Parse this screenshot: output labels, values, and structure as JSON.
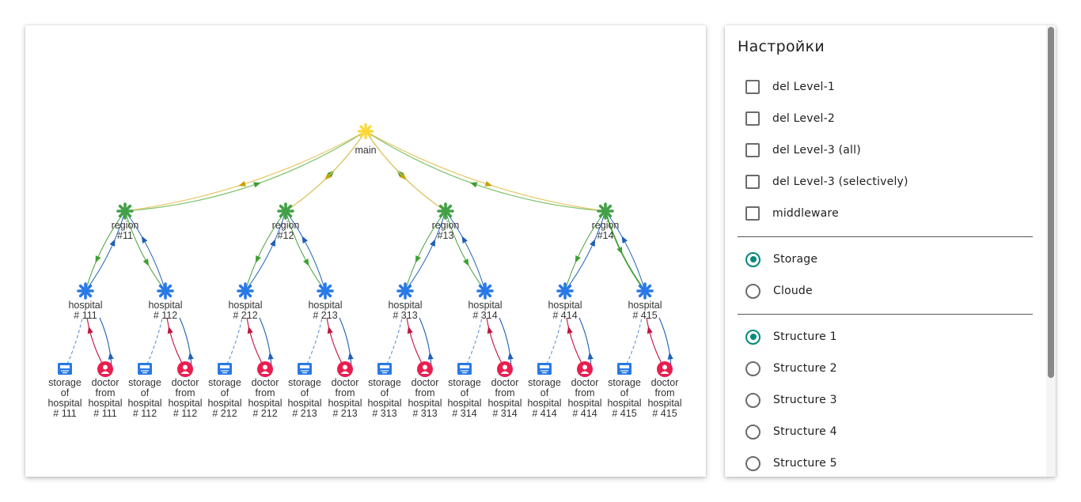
{
  "graph": {
    "nodes": [
      {
        "id": "main",
        "label": [
          "main"
        ],
        "kind": "root"
      },
      {
        "id": "r11",
        "label": [
          "region",
          "#11"
        ],
        "kind": "region"
      },
      {
        "id": "r12",
        "label": [
          "region",
          "#12"
        ],
        "kind": "region"
      },
      {
        "id": "r13",
        "label": [
          "region",
          "#13"
        ],
        "kind": "region"
      },
      {
        "id": "r14",
        "label": [
          "region",
          "#14"
        ],
        "kind": "region"
      },
      {
        "id": "h111",
        "label": [
          "hospital",
          "# 111"
        ],
        "kind": "hospital"
      },
      {
        "id": "h112",
        "label": [
          "hospital",
          "# 112"
        ],
        "kind": "hospital"
      },
      {
        "id": "h212",
        "label": [
          "hospital",
          "# 212"
        ],
        "kind": "hospital"
      },
      {
        "id": "h213",
        "label": [
          "hospital",
          "# 213"
        ],
        "kind": "hospital"
      },
      {
        "id": "h313",
        "label": [
          "hospital",
          "# 313"
        ],
        "kind": "hospital"
      },
      {
        "id": "h314",
        "label": [
          "hospital",
          "# 314"
        ],
        "kind": "hospital"
      },
      {
        "id": "h414",
        "label": [
          "hospital",
          "# 414"
        ],
        "kind": "hospital"
      },
      {
        "id": "h415",
        "label": [
          "hospital",
          "# 415"
        ],
        "kind": "hospital"
      },
      {
        "id": "s111",
        "label": [
          "storage",
          "of",
          "hospital",
          "# 111"
        ],
        "kind": "storage"
      },
      {
        "id": "d111",
        "label": [
          "doctor",
          "from",
          "hospital",
          "# 111"
        ],
        "kind": "doctor"
      },
      {
        "id": "s112",
        "label": [
          "storage",
          "of",
          "hospital",
          "# 112"
        ],
        "kind": "storage"
      },
      {
        "id": "d112",
        "label": [
          "doctor",
          "from",
          "hospital",
          "# 112"
        ],
        "kind": "doctor"
      },
      {
        "id": "s212",
        "label": [
          "storage",
          "of",
          "hospital",
          "# 212"
        ],
        "kind": "storage"
      },
      {
        "id": "d212",
        "label": [
          "doctor",
          "from",
          "hospital",
          "# 212"
        ],
        "kind": "doctor"
      },
      {
        "id": "s213",
        "label": [
          "storage",
          "of",
          "hospital",
          "# 213"
        ],
        "kind": "storage"
      },
      {
        "id": "d213",
        "label": [
          "doctor",
          "from",
          "hospital",
          "# 213"
        ],
        "kind": "doctor"
      },
      {
        "id": "s313",
        "label": [
          "storage",
          "of",
          "hospital",
          "# 313"
        ],
        "kind": "storage"
      },
      {
        "id": "d313",
        "label": [
          "doctor",
          "from",
          "hospital",
          "# 313"
        ],
        "kind": "doctor"
      },
      {
        "id": "s314",
        "label": [
          "storage",
          "of",
          "hospital",
          "# 314"
        ],
        "kind": "storage"
      },
      {
        "id": "d314",
        "label": [
          "doctor",
          "from",
          "hospital",
          "# 314"
        ],
        "kind": "doctor"
      },
      {
        "id": "s414",
        "label": [
          "storage",
          "of",
          "hospital",
          "# 414"
        ],
        "kind": "storage"
      },
      {
        "id": "d414",
        "label": [
          "doctor",
          "from",
          "hospital",
          "# 414"
        ],
        "kind": "doctor"
      },
      {
        "id": "s415",
        "label": [
          "storage",
          "of",
          "hospital",
          "# 415"
        ],
        "kind": "storage"
      },
      {
        "id": "d415",
        "label": [
          "doctor",
          "from",
          "hospital",
          "# 415"
        ],
        "kind": "doctor"
      }
    ],
    "edges": [
      {
        "from": "r11",
        "to": "main",
        "kind": "up"
      },
      {
        "from": "main",
        "to": "r11",
        "kind": "down"
      },
      {
        "from": "r12",
        "to": "main",
        "kind": "up"
      },
      {
        "from": "main",
        "to": "r12",
        "kind": "down"
      },
      {
        "from": "r13",
        "to": "main",
        "kind": "up"
      },
      {
        "from": "main",
        "to": "r13",
        "kind": "down"
      },
      {
        "from": "r14",
        "to": "main",
        "kind": "up"
      },
      {
        "from": "main",
        "to": "r14",
        "kind": "down"
      },
      {
        "from": "h111",
        "to": "r11",
        "kind": "hosp-up"
      },
      {
        "from": "r11",
        "to": "h111",
        "kind": "hosp-down"
      },
      {
        "from": "h112",
        "to": "r11",
        "kind": "hosp-up"
      },
      {
        "from": "r11",
        "to": "h112",
        "kind": "hosp-down"
      },
      {
        "from": "h212",
        "to": "r12",
        "kind": "hosp-up"
      },
      {
        "from": "r12",
        "to": "h212",
        "kind": "hosp-down"
      },
      {
        "from": "h213",
        "to": "r12",
        "kind": "hosp-up"
      },
      {
        "from": "r12",
        "to": "h213",
        "kind": "hosp-down"
      },
      {
        "from": "h313",
        "to": "r13",
        "kind": "hosp-up"
      },
      {
        "from": "r13",
        "to": "h313",
        "kind": "hosp-down"
      },
      {
        "from": "h314",
        "to": "r13",
        "kind": "hosp-up"
      },
      {
        "from": "r13",
        "to": "h314",
        "kind": "hosp-down"
      },
      {
        "from": "h414",
        "to": "r14",
        "kind": "hosp-up"
      },
      {
        "from": "r14",
        "to": "h414",
        "kind": "hosp-down"
      },
      {
        "from": "h415",
        "to": "r14",
        "kind": "hosp-up"
      },
      {
        "from": "r14",
        "to": "h415",
        "kind": "hosp-down-bold"
      },
      {
        "from": "s111",
        "to": "h111",
        "kind": "storage"
      },
      {
        "from": "d111",
        "to": "h111",
        "kind": "doc-up"
      },
      {
        "from": "h111",
        "to": "d111",
        "kind": "doc-down"
      },
      {
        "from": "s112",
        "to": "h112",
        "kind": "storage"
      },
      {
        "from": "d112",
        "to": "h112",
        "kind": "doc-up"
      },
      {
        "from": "h112",
        "to": "d112",
        "kind": "doc-down"
      },
      {
        "from": "s212",
        "to": "h212",
        "kind": "storage"
      },
      {
        "from": "d212",
        "to": "h212",
        "kind": "doc-up"
      },
      {
        "from": "h212",
        "to": "d212",
        "kind": "doc-down"
      },
      {
        "from": "s213",
        "to": "h213",
        "kind": "storage"
      },
      {
        "from": "d213",
        "to": "h213",
        "kind": "doc-up"
      },
      {
        "from": "h213",
        "to": "d213",
        "kind": "doc-down"
      },
      {
        "from": "s313",
        "to": "h313",
        "kind": "storage"
      },
      {
        "from": "d313",
        "to": "h313",
        "kind": "doc-up"
      },
      {
        "from": "h313",
        "to": "d313",
        "kind": "doc-down"
      },
      {
        "from": "s314",
        "to": "h314",
        "kind": "storage"
      },
      {
        "from": "d314",
        "to": "h314",
        "kind": "doc-up"
      },
      {
        "from": "h314",
        "to": "d314",
        "kind": "doc-down"
      },
      {
        "from": "s414",
        "to": "h414",
        "kind": "storage"
      },
      {
        "from": "d414",
        "to": "h414",
        "kind": "doc-up"
      },
      {
        "from": "h414",
        "to": "d414",
        "kind": "doc-down"
      },
      {
        "from": "s415",
        "to": "h415",
        "kind": "storage"
      },
      {
        "from": "d415",
        "to": "h415",
        "kind": "doc-up"
      },
      {
        "from": "h415",
        "to": "d415",
        "kind": "doc-down"
      }
    ],
    "colors": {
      "root": "#fdd835",
      "region": "#43a047",
      "hospital": "#2979e6",
      "storage": "#2979e6",
      "doctor": "#e91e4f",
      "edge_up_green": "#7cc26a",
      "edge_down_yellow": "#e8c766",
      "arrow_green": "#3f9f33",
      "arrow_yellow": "#c9a100",
      "edge_blue": "#1f5fb8",
      "edge_red": "#c2143f",
      "edge_storage": "#4a86d8"
    }
  },
  "settings": {
    "title": "Настройки",
    "checkboxes": [
      {
        "label": "del Level-1",
        "checked": false
      },
      {
        "label": "del Level-2",
        "checked": false
      },
      {
        "label": "del Level-3 (all)",
        "checked": false
      },
      {
        "label": "del Level-3 (selectively)",
        "checked": false
      },
      {
        "label": "middleware",
        "checked": false
      }
    ],
    "source_options": [
      {
        "label": "Storage",
        "selected": true
      },
      {
        "label": "Cloude",
        "selected": false
      }
    ],
    "structure_options": [
      {
        "label": "Structure 1",
        "selected": true
      },
      {
        "label": "Structure 2",
        "selected": false
      },
      {
        "label": "Structure 3",
        "selected": false
      },
      {
        "label": "Structure 4",
        "selected": false
      },
      {
        "label": "Structure 5",
        "selected": false
      }
    ]
  }
}
